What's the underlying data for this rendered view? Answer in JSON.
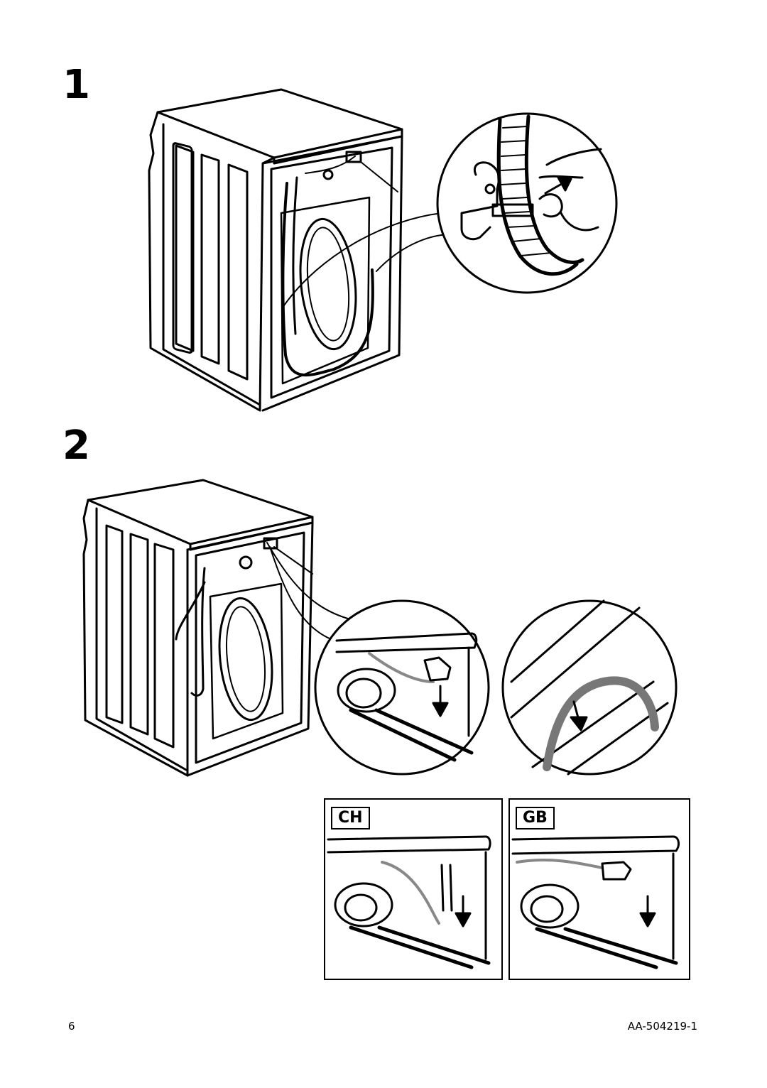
{
  "steps": [
    {
      "number": "1"
    },
    {
      "number": "2"
    }
  ],
  "regions": {
    "ch": "CH",
    "gb": "GB"
  },
  "footer": {
    "page_number": "6",
    "doc_code": "AA-504219-1"
  },
  "icons": [
    "washing-machine-rear-illustration",
    "hose-clip-detail",
    "drain-hose-detail",
    "down-arrow-icon",
    "hand-icon"
  ]
}
